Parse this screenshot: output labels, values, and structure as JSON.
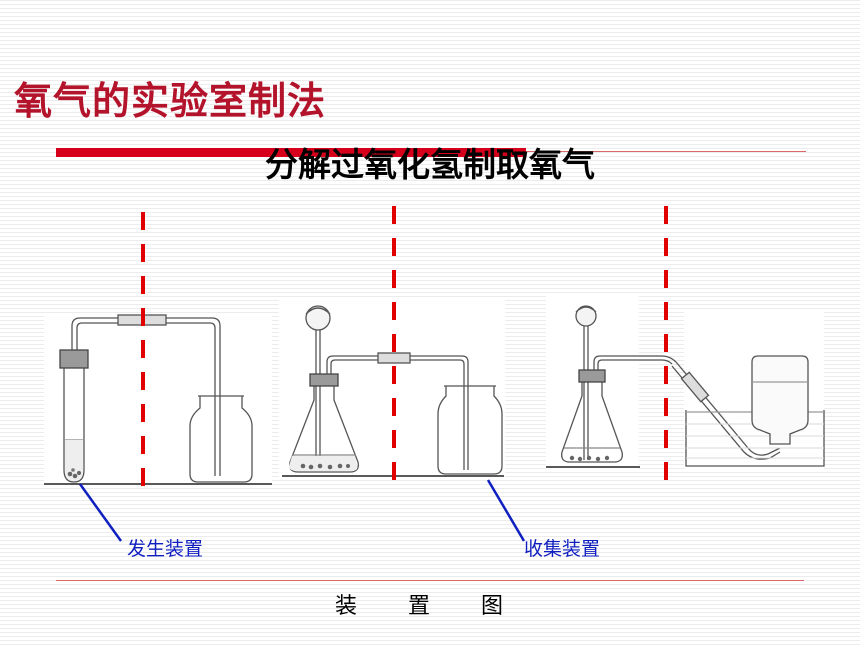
{
  "title": "氧气的实验室制法",
  "subtitle": "分解过氧化氢制取氧气",
  "labels": {
    "generator": "发生装置",
    "collector": "收集装置"
  },
  "caption": "装 置 图",
  "colors": {
    "title": "#b3132b",
    "accent_bar": "#d6001c",
    "divider_dash": "#e00000",
    "pointer_line": "#1020c0",
    "label_text": "#1020c0"
  }
}
